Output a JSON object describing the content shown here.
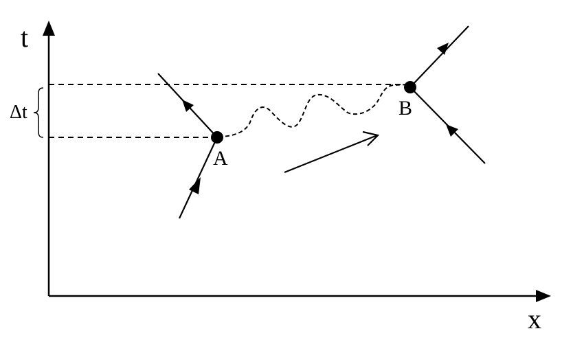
{
  "axes": {
    "y_label": "t",
    "x_label": "x"
  },
  "interval_label": "Δt",
  "events": {
    "a_label": "A",
    "b_label": "B"
  },
  "colors": {
    "ink": "#000000",
    "background": "#ffffff"
  }
}
